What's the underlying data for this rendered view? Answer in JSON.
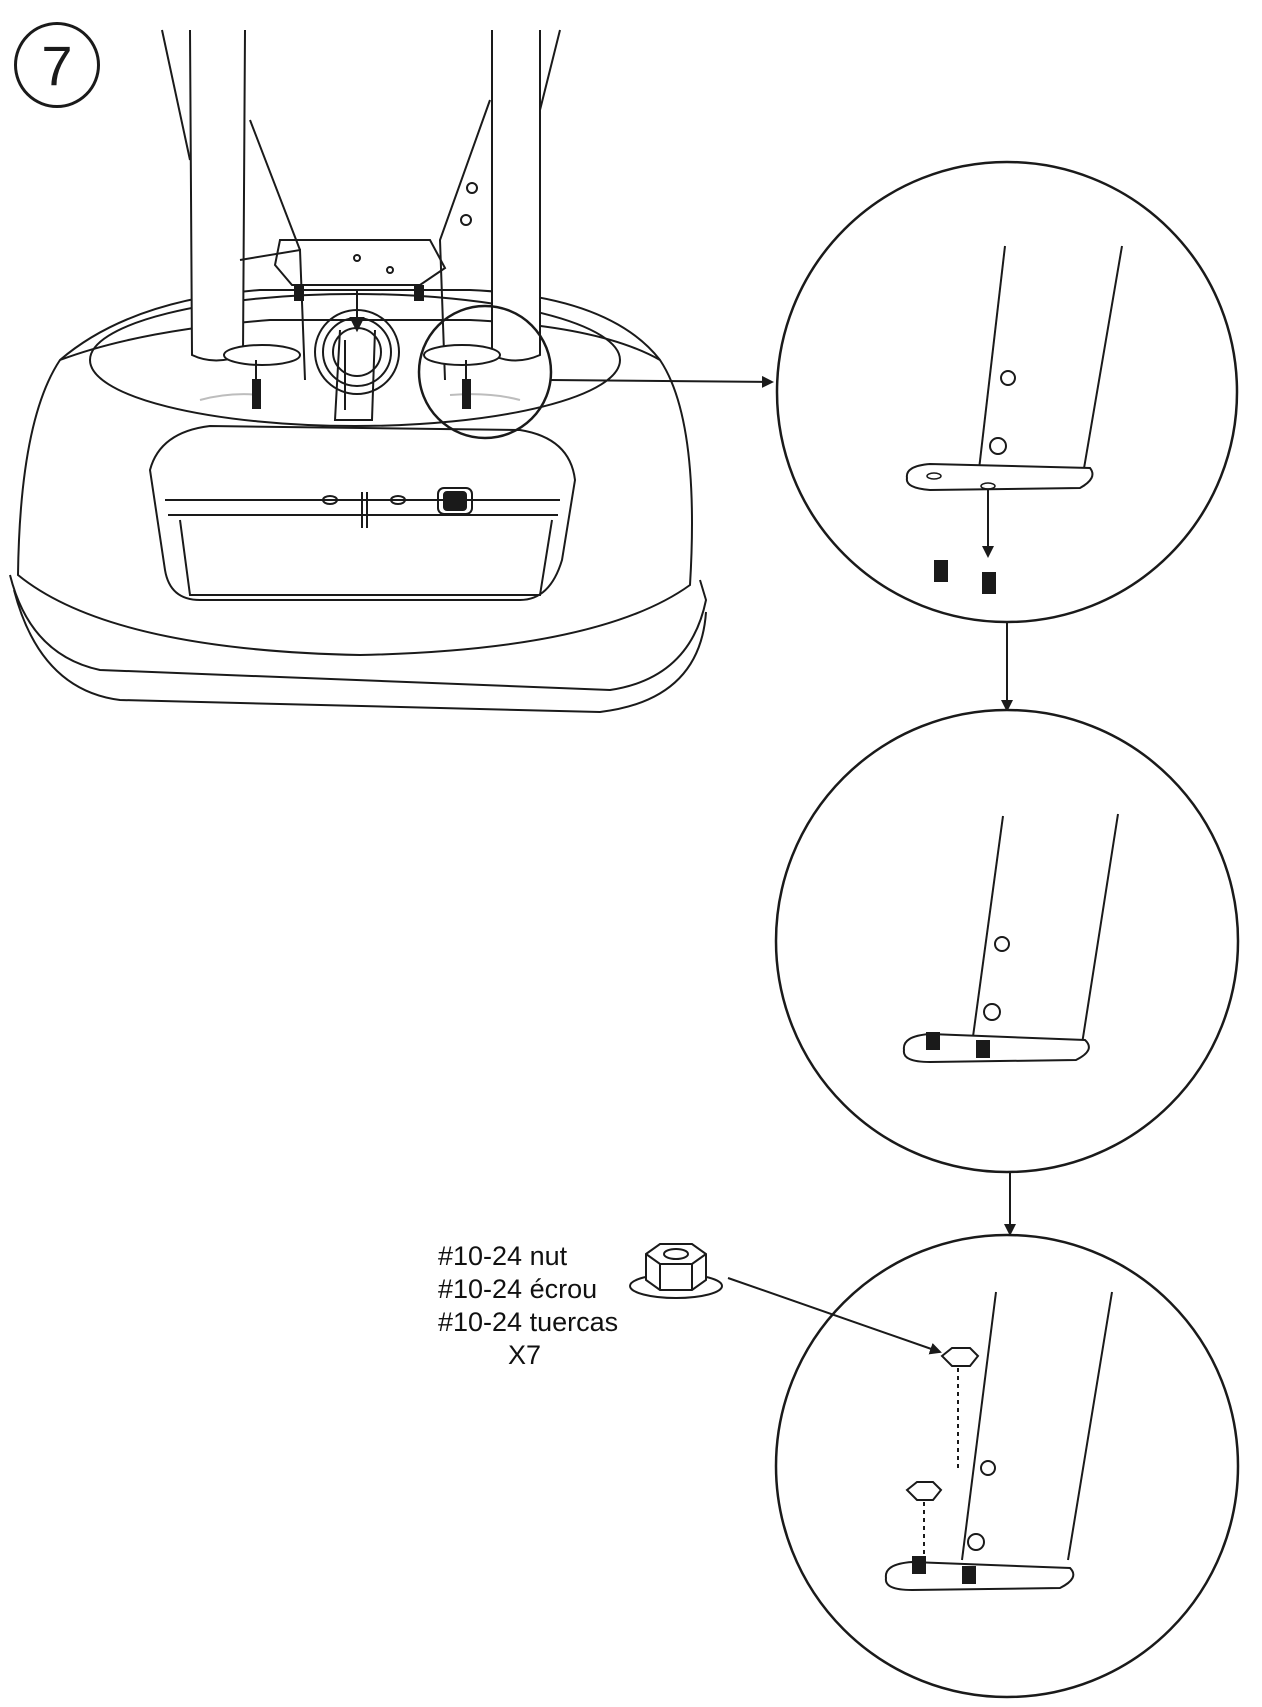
{
  "step": {
    "number": "7"
  },
  "parts": {
    "nut_label_en": "#10-24 nut",
    "nut_label_fr": "#10-24 écrou",
    "nut_label_es": "#10-24 tuercas",
    "quantity": "X7"
  },
  "colors": {
    "line": "#1a1a1a",
    "background": "#ffffff",
    "light_line": "#bdbdbd"
  }
}
